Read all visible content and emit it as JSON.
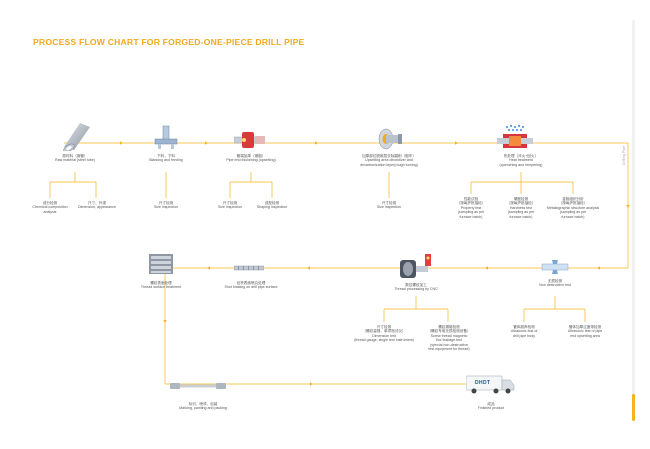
{
  "page": {
    "title": "PROCESS FLOW CHART FOR  FORGED-ONE-PIECE DRILL PIPE",
    "side_label": "Drilling Pipe",
    "accent_color": "#f2a91c",
    "line_color": "#f5b41e"
  },
  "steps": {
    "raw": {
      "zh": "原材料（钢管）",
      "en": "Raw material (steel tube)"
    },
    "chem": {
      "zh": "成分检测",
      "en": "Chemical composition\nanalysis"
    },
    "dim": {
      "zh": "尺寸、外观",
      "en": "Dimension, appearance"
    },
    "blank": {
      "zh": "下料，下料",
      "en": "Blanking and feeding"
    },
    "size1": {
      "zh": "尺寸检测",
      "en": "Size inspection"
    },
    "upset": {
      "zh": "管端加厚（镦粗）",
      "en": "Pipe end thickening (upsetting)"
    },
    "size2": {
      "zh": "尺寸检测",
      "en": "Size inspection"
    },
    "shape": {
      "zh": "成型检测",
      "en": "Shaping inspection"
    },
    "decarb": {
      "zh": "加厚部位脱碳层去除磨削（粗车）",
      "en": "Upsetting area deoxidizer and\ndecarbonization layer(rough turning)"
    },
    "size3": {
      "zh": "尺寸检测",
      "en": "Size inspection"
    },
    "heat": {
      "zh": "热处理（淬火+回火）",
      "en": "Heat treatment\n(quenching and tempering)"
    },
    "prop": {
      "zh": "性能试验\n（按每炉批抽检）",
      "en": "Property test\n(sampling as per\nfurnace batch)"
    },
    "hard": {
      "zh": "硬度检测\n（按每炉批抽检）",
      "en": "Hardness test\n(sampling as per\nfurnace batch)"
    },
    "metal": {
      "zh": "金相组织分析\n（按每炉批抽检）",
      "en": "Metallographic structure analysis\n(sampling as per\nfurnace batch)"
    },
    "ndt": {
      "zh": "无损检测",
      "en": "Non destructive test"
    },
    "ut1": {
      "zh": "管体超声检测",
      "en": "Ultrasonic test of\ndrill pipe body"
    },
    "ut2": {
      "zh": "管体加厚过度带检测",
      "en": "Ultrasonic test of pipe\nend upsetting area"
    },
    "cnc": {
      "zh": "数控螺纹加工",
      "en": "Thread processing by CNC"
    },
    "dimtest": {
      "zh": "尺寸检测\n（螺纹量规、单项测试仪）",
      "en": "Dimension test\n(thread gauge, single test instrument)"
    },
    "mag": {
      "zh": "螺纹漏磁检测\n（螺纹专用无损检测设备）",
      "en": "Screw thread magnetic\nflux leakage test\n(special non-destructive\ntest equipment for thread)"
    },
    "shot": {
      "zh": "钻杆表面喷丸处理",
      "en": "Shot blasting on drill pipe surface"
    },
    "thread": {
      "zh": "螺纹表面处理",
      "en": "Thread surface treatment"
    },
    "mark": {
      "zh": "标识、喷漆、包装",
      "en": "Marking, painting and packing"
    },
    "finish": {
      "zh": "成品",
      "en": "Finished product"
    }
  },
  "icons": {
    "raw": "steel-tube-icon",
    "blank": "blanking-machine-icon",
    "upset": "upsetting-furnace-icon",
    "decarb": "pipe-end-turning-icon",
    "heat": "heat-treatment-furnace-icon",
    "ndt": "ultrasonic-probe-icon",
    "cnc": "cnc-lathe-icon",
    "shot": "shot-blasted-pipe-icon",
    "thread": "thread-treatment-box-icon",
    "mark": "drill-pipe-icon",
    "finish": "delivery-truck-icon"
  },
  "truck": {
    "brand": "DHDT"
  }
}
